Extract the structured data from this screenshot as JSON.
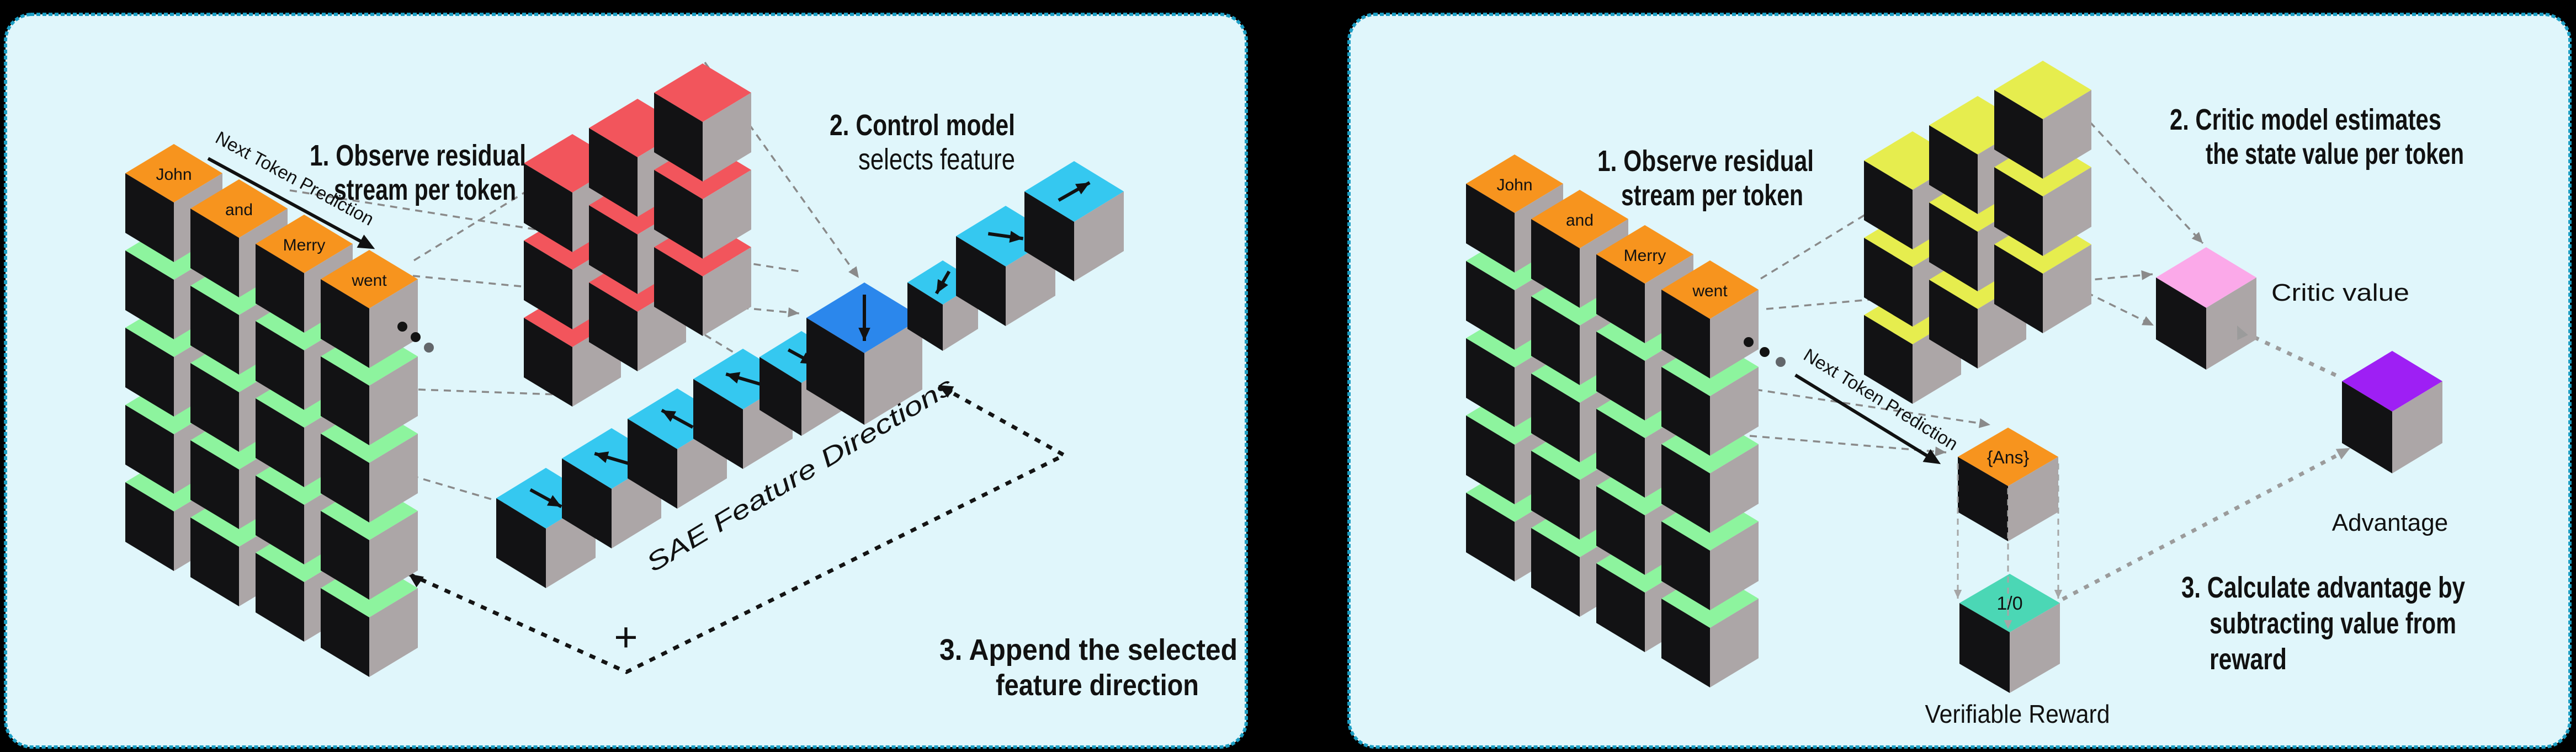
{
  "left_panel": {
    "step1_line1": "1. Observe residual",
    "step1_line2": "stream per token",
    "next_token_prediction_label": "Next Token Prediction",
    "tokens": [
      "John",
      "and",
      "Merry",
      "went"
    ],
    "step2_line1": "2. Control model",
    "step2_line2": "selects feature",
    "sae_feature_directions_label": "SAE Feature Directions",
    "step3_line1": "3. Append the selected",
    "step3_line2": "feature direction",
    "plus_sign": "+",
    "feature_direction_arrows": [
      "down-right",
      "left",
      "up-left",
      "left",
      "down-right",
      "down",
      "down-left",
      "right",
      "up-right"
    ],
    "selected_feature_index": 5
  },
  "right_panel": {
    "step1_line1": "1. Observe residual",
    "step1_line2": "stream per token",
    "next_token_prediction_label": "Next Token Prediction",
    "tokens": [
      "John",
      "and",
      "Merry",
      "went"
    ],
    "step2_line1": "2. Critic model estimates",
    "step2_line2": "the state value per token",
    "critic_value_label": "Critic value",
    "advantage_label": "Advantage",
    "answer_token": "{Ans}",
    "reward_value": "1/0",
    "verifiable_reward_label": "Verifiable Reward",
    "step3_line1": "3. Calculate advantage by",
    "step3_line2": "subtracting value from",
    "step3_line3": "reward"
  },
  "colors": {
    "background": "#000000",
    "panel_fill": "#E0F6FB",
    "panel_border": "#1B9EC4",
    "token_top": "#F7941E",
    "residual_top": "#8DF49E",
    "control_block_top": "#F2555C",
    "critic_block_top": "#E6ED4E",
    "feature_top": "#35C8F0",
    "selected_feature_top": "#2B87EC",
    "critic_value_top": "#FBA9E9",
    "advantage_top": "#9E1FF4",
    "reward_top": "#4BD7B5",
    "cube_left_face": "#121214",
    "cube_right_face": "#ACA6A7",
    "thin_dash": "#8A8A8A",
    "light_dash": "#A6A6A6",
    "thick_gray_dot": "#9B9B9B",
    "thick_black_dot": "#141414"
  }
}
